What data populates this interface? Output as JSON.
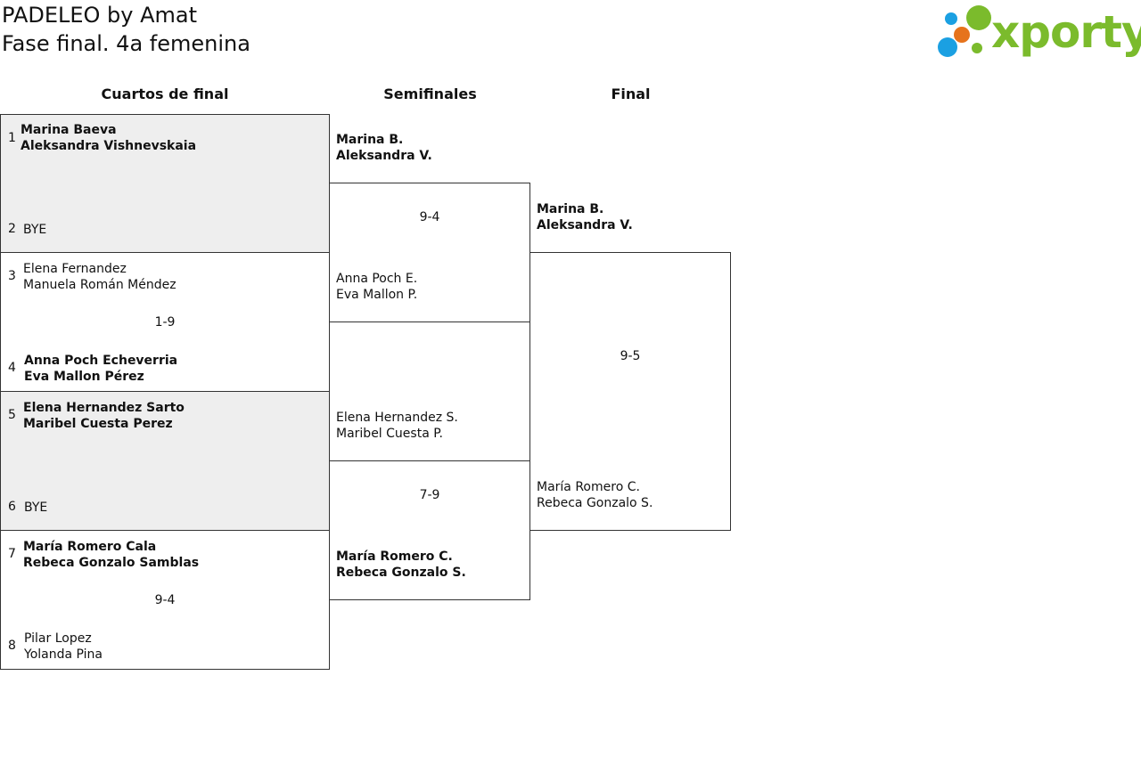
{
  "header": {
    "title": "PADELEO by Amat",
    "subtitle": "Fase final. 4a femenina"
  },
  "logo": {
    "text": "xporty",
    "colors": {
      "green": "#7bbb2c",
      "blue": "#1ba0e2",
      "orange": "#e6731c"
    }
  },
  "rounds": {
    "quarterfinals": "Cuartos de final",
    "semifinals": "Semifinales",
    "final": "Final"
  },
  "quarterfinals": [
    {
      "seed_a": "1",
      "team_a": [
        "Marina Baeva",
        "Aleksandra Vishnevskaia"
      ],
      "seed_b": "2",
      "team_b": [
        "BYE"
      ],
      "score": ""
    },
    {
      "seed_a": "3",
      "team_a": [
        "Elena Fernandez",
        "Manuela Román Méndez"
      ],
      "seed_b": "4",
      "team_b": [
        "Anna Poch Echeverria",
        "Eva Mallon Pérez"
      ],
      "score": "1-9"
    },
    {
      "seed_a": "5",
      "team_a": [
        "Elena Hernandez Sarto",
        "Maribel Cuesta Perez"
      ],
      "seed_b": "6",
      "team_b": [
        "BYE"
      ],
      "score": ""
    },
    {
      "seed_a": "7",
      "team_a": [
        "María Romero Cala",
        "Rebeca Gonzalo Samblas"
      ],
      "seed_b": "8",
      "team_b": [
        "Pilar Lopez",
        "Yolanda Pina"
      ],
      "score": "9-4"
    }
  ],
  "semifinals": [
    {
      "team_a": [
        "Marina B.",
        "Aleksandra V."
      ],
      "team_b": [
        "Anna Poch E.",
        "Eva Mallon P."
      ],
      "score": "9-4"
    },
    {
      "team_a": [
        "Elena Hernandez S.",
        "Maribel Cuesta P."
      ],
      "team_b": [
        "María Romero C.",
        "Rebeca Gonzalo S."
      ],
      "score": "7-9"
    }
  ],
  "final": {
    "team_a": [
      "Marina B.",
      "Aleksandra V."
    ],
    "team_b": [
      "María Romero C.",
      "Rebeca Gonzalo S."
    ],
    "score": "9-5"
  }
}
